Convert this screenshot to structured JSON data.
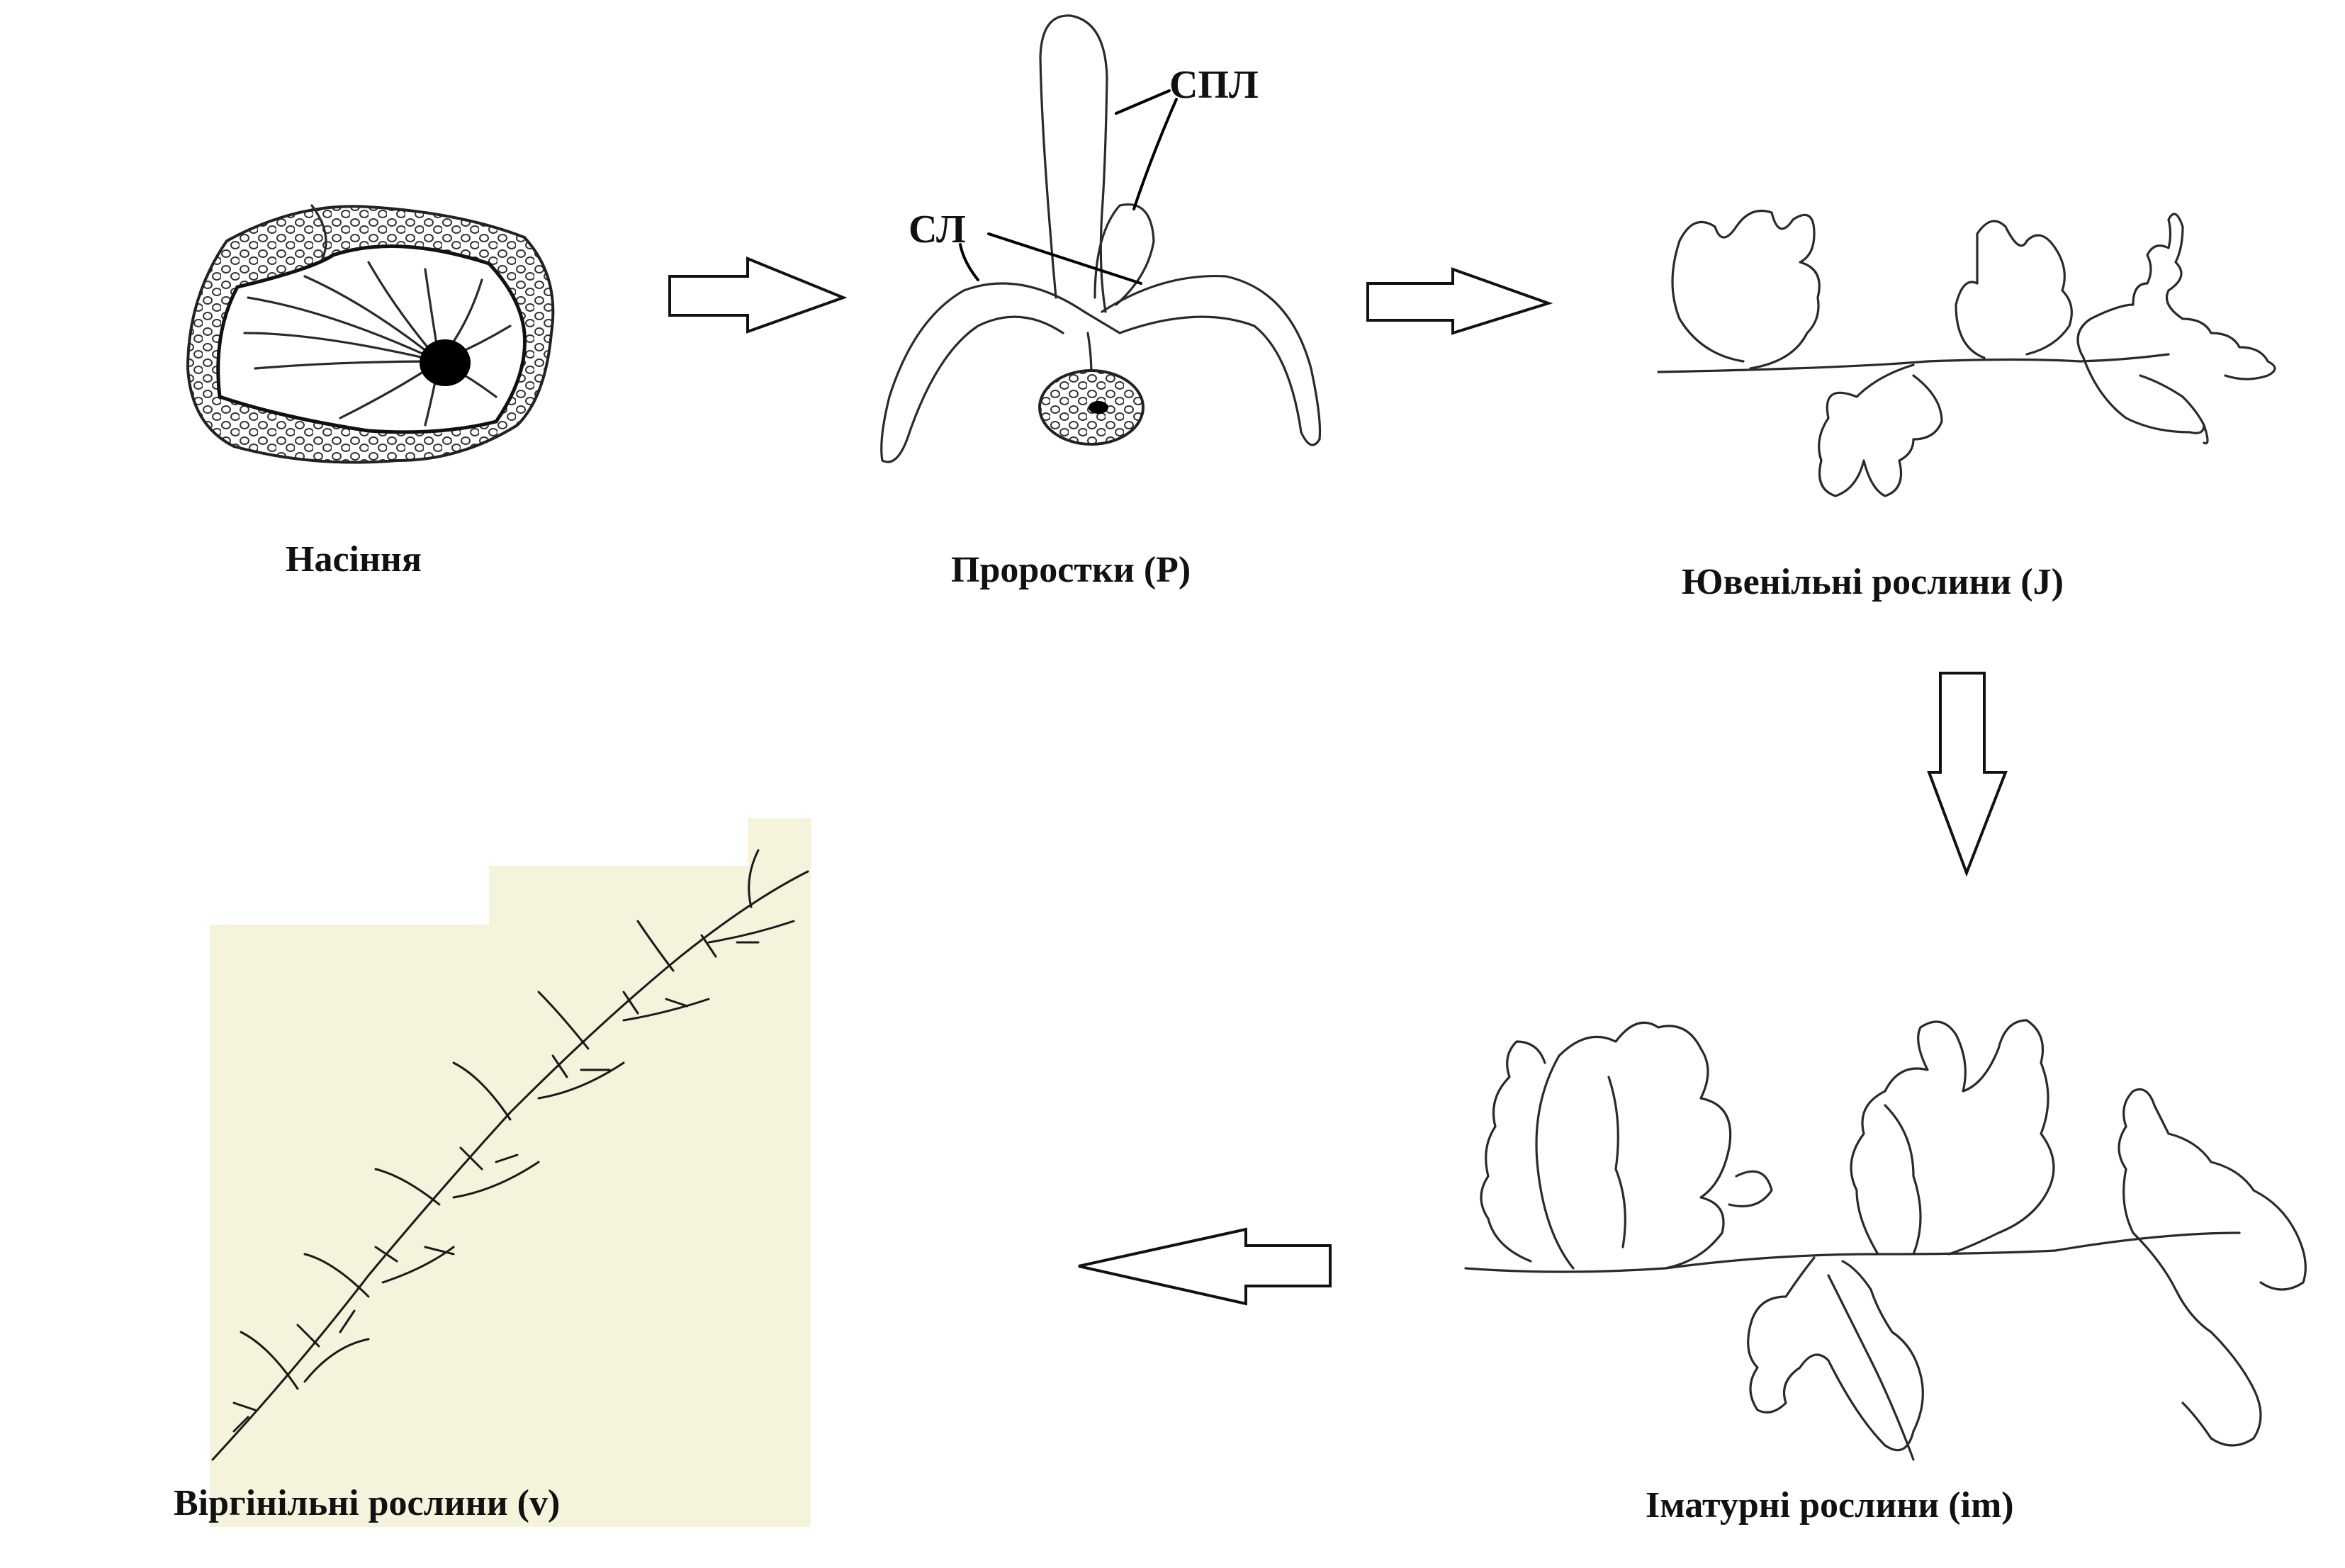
{
  "stages": {
    "seed": "Насіння",
    "seedlings": "Проростки (P)",
    "juvenile": "Ювенільні рослини (J)",
    "immature": "Іматурні рослини (im)",
    "virginile": "Віргінільні рослини (v)"
  },
  "annotations": {
    "spl": "СПЛ",
    "sl": "СЛ"
  },
  "colors": {
    "ink": "#2a2a2a",
    "photo_background": "#f5f3dc"
  }
}
